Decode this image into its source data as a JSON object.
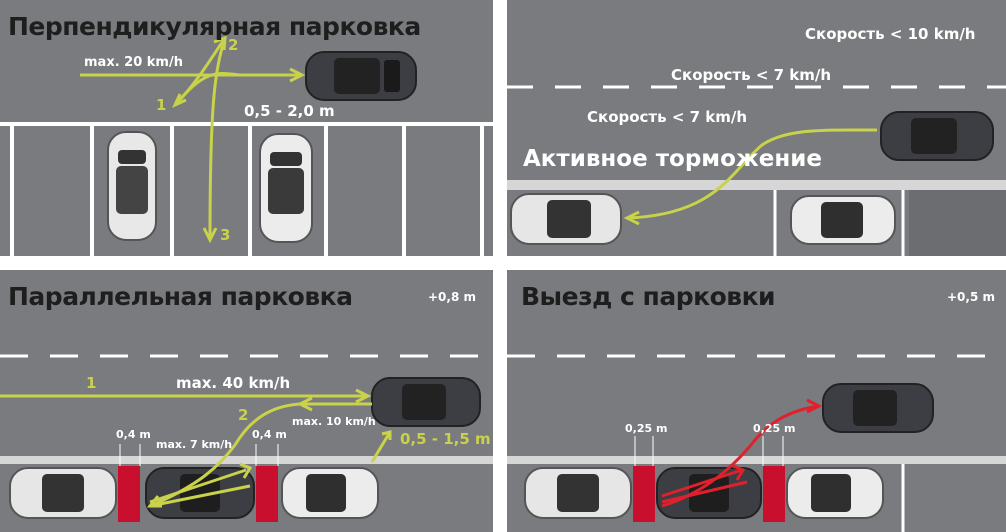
{
  "panels": {
    "perpendicular": {
      "title": "Перпендикулярная парковка",
      "speed": "max. 20 km/h",
      "distance": "0,5 - 2,0 m",
      "steps": [
        "1",
        "2",
        "3"
      ]
    },
    "braking": {
      "title": "Активное торможение",
      "speed_1": "Скорость < 10 km/h",
      "speed_2": "Скорость < 7 km/h",
      "speed_3": "Скорость < 7 km/h"
    },
    "parallel": {
      "title": "Параллельная парковка",
      "offset": "+0,8 m",
      "speed_main": "max. 40 km/h",
      "speed_reverse": "max. 10 km/h",
      "speed_park": "max. 7 km/h",
      "gap_left": "0,4 m",
      "gap_right": "0,4 m",
      "distance": "0,5 - 1,5 m",
      "steps": [
        "1",
        "2"
      ]
    },
    "exit": {
      "title": "Выезд с парковки",
      "offset": "+0,5 m",
      "gap_left": "0,25 m",
      "gap_right": "0,25 m"
    }
  },
  "colors": {
    "asphalt": "#7a7b7e",
    "path_green": "#c8d24a",
    "path_red": "#e0202c",
    "marker_red": "#c8102e",
    "lane_white": "#ffffff"
  }
}
